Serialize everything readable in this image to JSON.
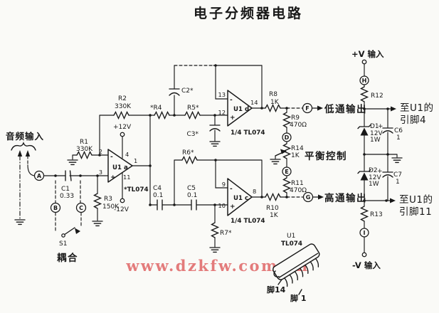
{
  "title": "电子分频器电路",
  "watermark": "www.dzkfw.com.cn",
  "colors": {
    "ink": "#181818",
    "watermark": "#e06a6a",
    "paper": "#fafaf7"
  },
  "input": {
    "label": "音频输入",
    "node_a": "A",
    "node_b": "B",
    "node_c": "C",
    "switch": "S1",
    "coupling": "耦合"
  },
  "supplies": {
    "u1a_vplus": "+12V",
    "u1a_vminus": "-12V",
    "vplus": "+V 输入",
    "vminus": "-V 输入",
    "node_h": "H",
    "node_i": "I",
    "to_pin4_l1": "至U1的",
    "to_pin4_l2": "引脚4",
    "to_pin11_l1": "至U1的",
    "to_pin11_l2": "引脚11"
  },
  "u1a": {
    "name": "U1 a",
    "part": "*TL074",
    "pin_in_minus": "2",
    "pin_in_plus": "3",
    "pin_out": "1",
    "pin_vcc": "4",
    "pin_vee": "11",
    "minus": "-",
    "plus": "+"
  },
  "u1d": {
    "name": "U1 d",
    "part": "1/4 TL074",
    "pin_in_minus": "13",
    "pin_in_plus": "12",
    "pin_out": "14",
    "minus": "-",
    "plus": "+"
  },
  "u1c": {
    "name": "U1 c",
    "part": "1/4 TL074",
    "pin_in_minus": "9",
    "pin_in_plus": "10",
    "pin_out": "8",
    "minus": "-",
    "plus": "+"
  },
  "r": {
    "r1n": "R1",
    "r1v": "330K",
    "r2n": "R2",
    "r2v": "330K",
    "r3n": "R3",
    "r3v": "150K",
    "r4n": "*R4",
    "r5n": "R5*",
    "r6n": "R6*",
    "r7n": "R7*",
    "r8n": "R8",
    "r8v": "1K",
    "r9n": "R9",
    "r9v": "470Ω",
    "r10n": "R10",
    "r10v": "1K",
    "r11n": "R11",
    "r11v": "470Ω",
    "r12n": "R12",
    "r13n": "R13",
    "r14n": "R14",
    "r14v": "1K"
  },
  "c": {
    "c1n": "C1",
    "c1v": "0.33",
    "c2n": "C2*",
    "c3n": "C3*",
    "c4n": "C4",
    "c4v": "0.1",
    "c5n": "C5",
    "c5v": "0.1",
    "c6n": "C6",
    "c6v": "1",
    "c6p": "+",
    "c7n": "C7",
    "c7v": "1",
    "c7p": "+"
  },
  "dz": {
    "d1n": "D1",
    "d1v": "12V",
    "d1w": "1W",
    "d2n": "D2",
    "d2v": "12V",
    "d2w": "1W"
  },
  "mid": {
    "node_d": "D",
    "node_e": "E",
    "node_f": "F",
    "node_g": "G",
    "lowpass": "低通输出",
    "highpass": "高通输出",
    "balance": "平衡控制"
  },
  "ic": {
    "name": "U1",
    "part": "TL074",
    "pin14": "脚14",
    "pin1": "脚 1"
  }
}
